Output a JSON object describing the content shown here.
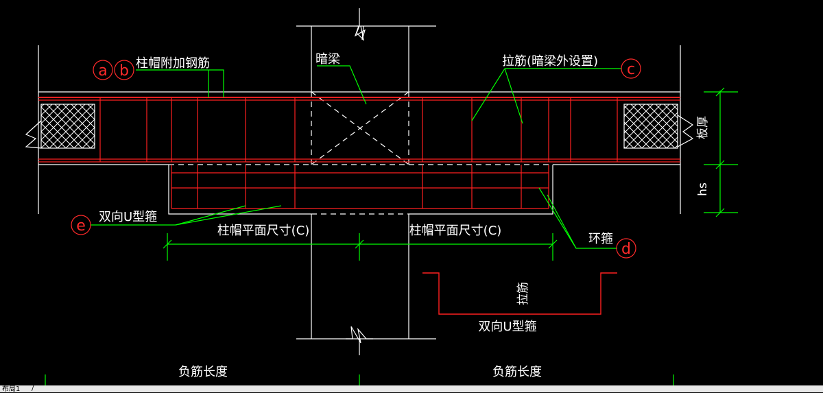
{
  "labels": {
    "column_cap_extra_rebar": "柱帽附加钢筋",
    "hidden_beam": "暗梁",
    "tie_bar_outside": "拉筋(暗梁外设置)",
    "slab_thickness": "板厚",
    "hs": "hs",
    "two_way_u_stirrup": "双向U型箍",
    "cap_plan_size_left": "柱帽平面尺寸(C)",
    "cap_plan_size_right": "柱帽平面尺寸(C)",
    "ring_stirrup": "环箍",
    "tie_bar": "拉筋",
    "two_way_u_stirrup_detail": "双向U型箍",
    "neg_rebar_length_left": "负筋长度",
    "neg_rebar_length_right": "负筋长度"
  },
  "markers": {
    "a": "a",
    "b": "b",
    "c": "c",
    "d": "d",
    "e": "e"
  },
  "status": {
    "layout_tab": "布局1",
    "separator": "/"
  },
  "colors": {
    "background": "#000000",
    "outline": "#ffffff",
    "rebar": "#ff2020",
    "leader": "#00ff00",
    "marker": "#ff2a2a"
  }
}
